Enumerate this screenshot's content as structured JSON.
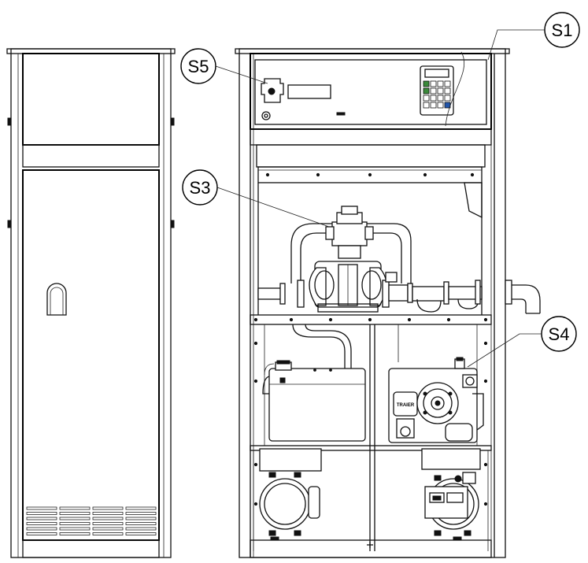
{
  "callouts": {
    "s1": "S1",
    "s3": "S3",
    "s4": "S4",
    "s5": "S5"
  },
  "pump_nameplate": "TRAIER",
  "colors": {
    "line": "#111111",
    "background": "#ffffff",
    "keypad_accent": "#2255aa",
    "keypad_green": "#3a8a3a"
  },
  "icons": [
    "handle-icon",
    "lock-icon",
    "keypad-icon",
    "centre-mark-icon"
  ]
}
